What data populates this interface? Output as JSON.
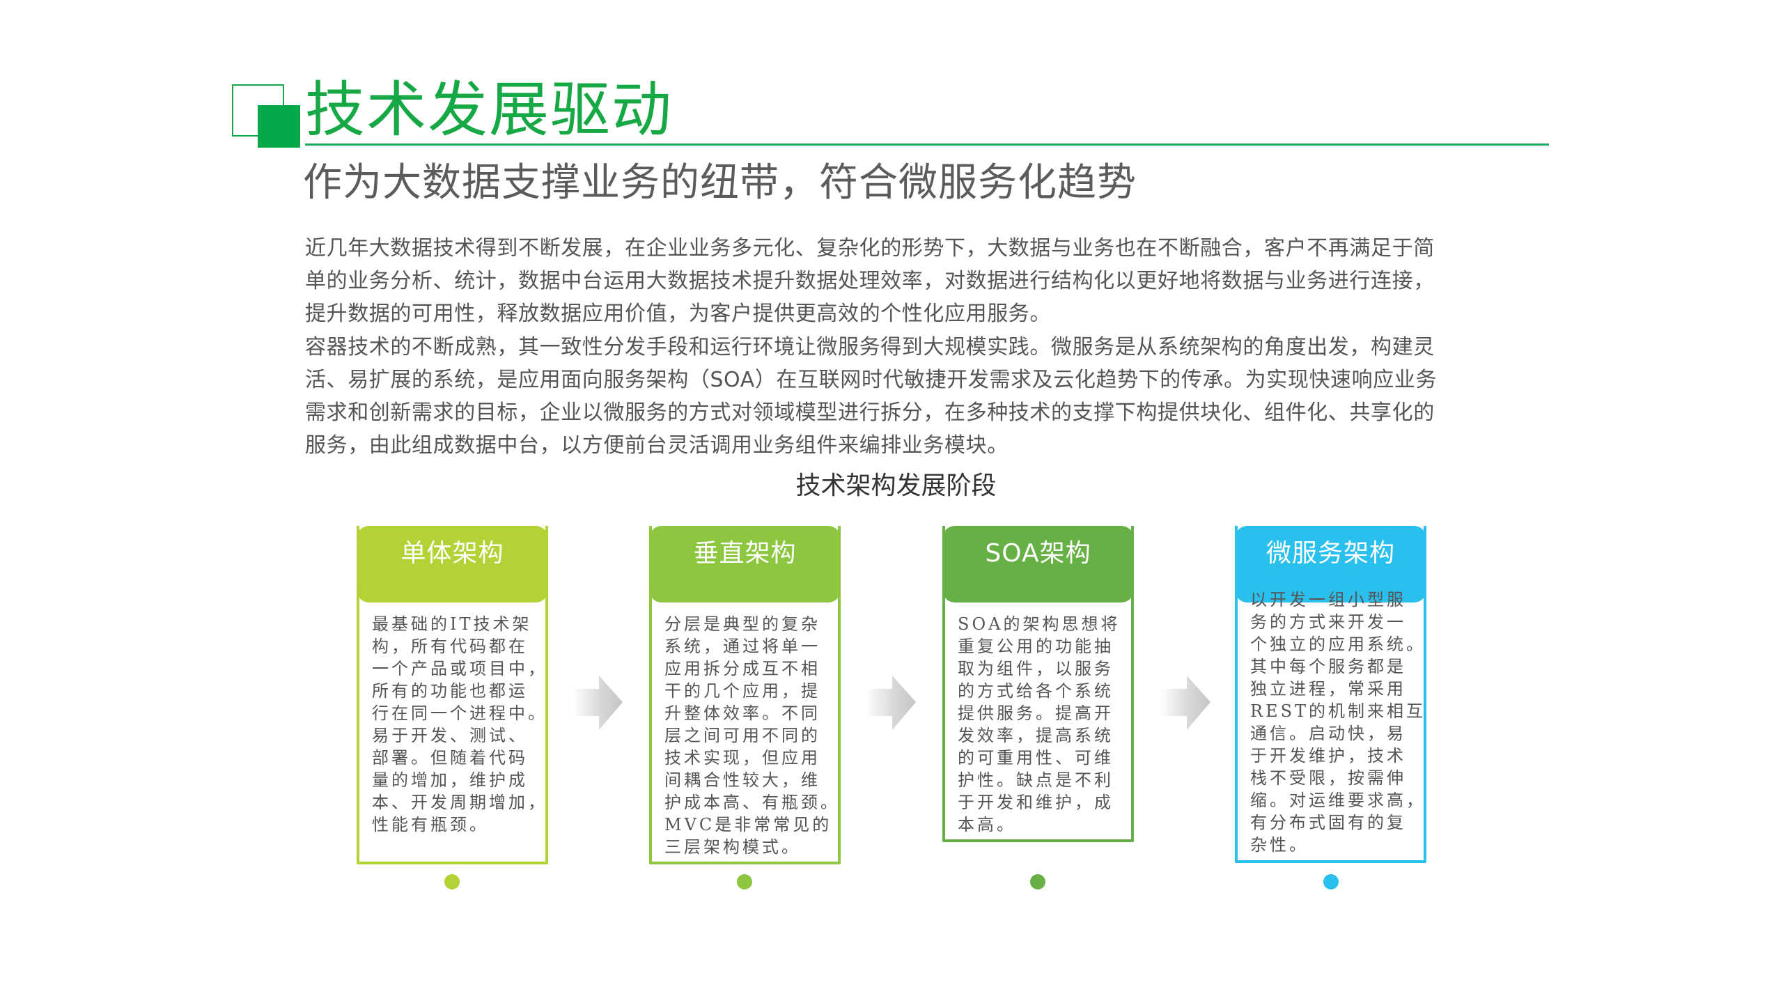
{
  "header": {
    "title": "技术发展驱动",
    "subtitle": "作为大数据支撑业务的纽带，符合微服务化趋势",
    "accent_color": "#12a84a"
  },
  "paragraphs": [
    {
      "lines": [
        "近几年大数据技术得到不断发展，在企业业务多元化、复杂化的形势下，大数据与业务也在不断融合，客户不再满足于简",
        "单的业务分析、统计，数据中台运用大数据技术提升数据处理效率，对数据进行结构化以更好地将数据与业务进行连接，",
        "提升数据的可用性，释放数据应用价值，为客户提供更高效的个性化应用服务。"
      ]
    },
    {
      "lines": [
        "容器技术的不断成熟，其一致性分发手段和运行环境让微服务得到大规模实践。微服务是从系统架构的角度出发，构建灵",
        "活、易扩展的系统，是应用面向服务架构（SOA）在互联网时代敏捷开发需求及云化趋势下的传承。为实现快速响应业务",
        "需求和创新需求的目标，企业以微服务的方式对领域模型进行拆分，在多种技术的支撑下构提供块化、组件化、共享化的",
        "服务，由此组成数据中台，以方便前台灵活调用业务组件来编排业务模块。"
      ]
    }
  ],
  "diagram": {
    "title": "技术架构发展阶段",
    "arrow_icon": "right-arrow-icon",
    "stages": [
      {
        "title": "单体架构",
        "color": "#b2d235",
        "lines": [
          "最基础的IT技术架",
          "构，所有代码都在",
          "一个产品或项目中，",
          "所有的功能也都运",
          "行在同一个进程中。",
          "易于开发、测试、",
          "部署。但随着代码",
          "量的增加，维护成",
          "本、开发周期增加，",
          "性能有瓶颈。"
        ]
      },
      {
        "title": "垂直架构",
        "color": "#8dc63f",
        "lines": [
          "分层是典型的复杂",
          "系统，通过将单一",
          "应用拆分成互不相",
          "干的几个应用，提",
          "升整体效率。不同",
          "层之间可用不同的",
          "技术实现，但应用",
          "间耦合性较大，维",
          "护成本高、有瓶颈。",
          "MVC是非常常见的",
          "三层架构模式。"
        ]
      },
      {
        "title": "SOA架构",
        "color": "#67b045",
        "lines": [
          "SOA的架构思想将",
          "重复公用的功能抽",
          "取为组件，以服务",
          "的方式给各个系统",
          "提供服务。提高开",
          "发效率，提高系统",
          "的可重用性、可维",
          "护性。缺点是不利",
          "于开发和维护，成",
          "本高。"
        ]
      },
      {
        "title": "微服务架构",
        "color": "#29c0ed",
        "lines": [
          "以开发一组小型服",
          "务的方式来开发一",
          "个独立的应用系统。",
          "其中每个服务都是",
          "独立进程，常采用",
          "REST的机制来相互",
          "通信。启动快，易",
          "于开发维护，技术",
          "栈不受限，按需伸",
          "缩。对运维要求高，",
          "有分布式固有的复",
          "杂性。"
        ]
      }
    ]
  }
}
